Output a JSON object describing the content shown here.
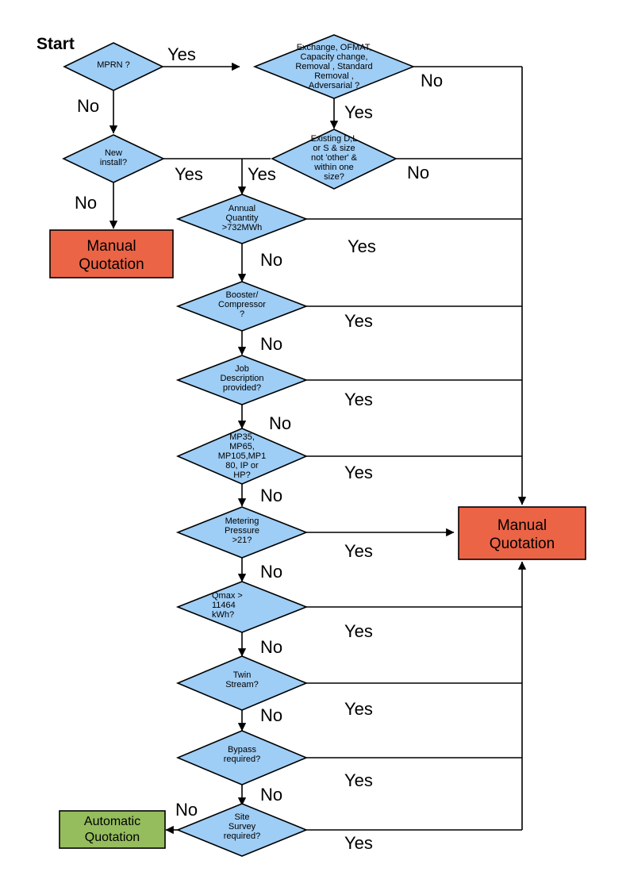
{
  "diagram": {
    "title_label": "Start",
    "colors": {
      "decision_fill": "#9ECDF5",
      "manual_fill": "#EC6446",
      "automatic_fill": "#95BC5D",
      "stroke": "#000000",
      "background": "#FFFFFF"
    },
    "nodes": [
      {
        "id": "mprn",
        "type": "decision",
        "text": "MPRN ?"
      },
      {
        "id": "exchange",
        "type": "decision",
        "text": "Exchange, OFMAT,\nCapacity change,\nRemoval , Standard\nRemoval ,\nAdversarial ?"
      },
      {
        "id": "newinst",
        "type": "decision",
        "text": "New\ninstall?"
      },
      {
        "id": "existing",
        "type": "decision",
        "text": "Existing D,L\nor S & size\nnot 'other' &\nwithin one\nsize?"
      },
      {
        "id": "annual",
        "type": "decision",
        "text": "Annual\nQuantity\n>732MWh"
      },
      {
        "id": "booster",
        "type": "decision",
        "text": "Booster/\nCompressor\n?"
      },
      {
        "id": "jobdesc",
        "type": "decision",
        "text": "Job\nDescription\nprovided?"
      },
      {
        "id": "mpclass",
        "type": "decision",
        "text": "MP35,\nMP65,\nMP105,MP1\n80, IP or\nHP?"
      },
      {
        "id": "metering",
        "type": "decision",
        "text": "Metering\nPressure\n>21?"
      },
      {
        "id": "qmax",
        "type": "decision",
        "text": "Qmax >\n11464\nkWh?"
      },
      {
        "id": "twin",
        "type": "decision",
        "text": "Twin\nStream?"
      },
      {
        "id": "bypass",
        "type": "decision",
        "text": "Bypass\nrequired?"
      },
      {
        "id": "sitesurv",
        "type": "decision",
        "text": "Site\nSurvey\nrequired?"
      },
      {
        "id": "manual_left",
        "type": "terminal-manual",
        "text": "Manual\nQuotation"
      },
      {
        "id": "manual_right",
        "type": "terminal-manual",
        "text": "Manual\nQuotation"
      },
      {
        "id": "automatic",
        "type": "terminal-automatic",
        "text": "Automatic\nQuotation"
      }
    ],
    "edge_labels": {
      "mprn_yes": "Yes",
      "mprn_no": "No",
      "exchange_no": "No",
      "exchange_yes": "Yes",
      "newinstall_yes": "Yes",
      "newinstall_no": "No",
      "existing_yes": "Yes",
      "existing_no": "No",
      "annual_yes": "Yes",
      "annual_no": "No",
      "booster_yes": "Yes",
      "booster_no": "No",
      "jobdesc_yes": "Yes",
      "jobdesc_no": "No",
      "mpclass_yes": "Yes",
      "mpclass_no": "No",
      "metering_yes": "Yes",
      "metering_no": "No",
      "qmax_yes": "Yes",
      "qmax_no": "No",
      "twin_yes": "Yes",
      "twin_no": "No",
      "bypass_yes": "Yes",
      "bypass_no": "No",
      "sitesurvey_yes": "Yes",
      "sitesurvey_no": "No"
    }
  }
}
